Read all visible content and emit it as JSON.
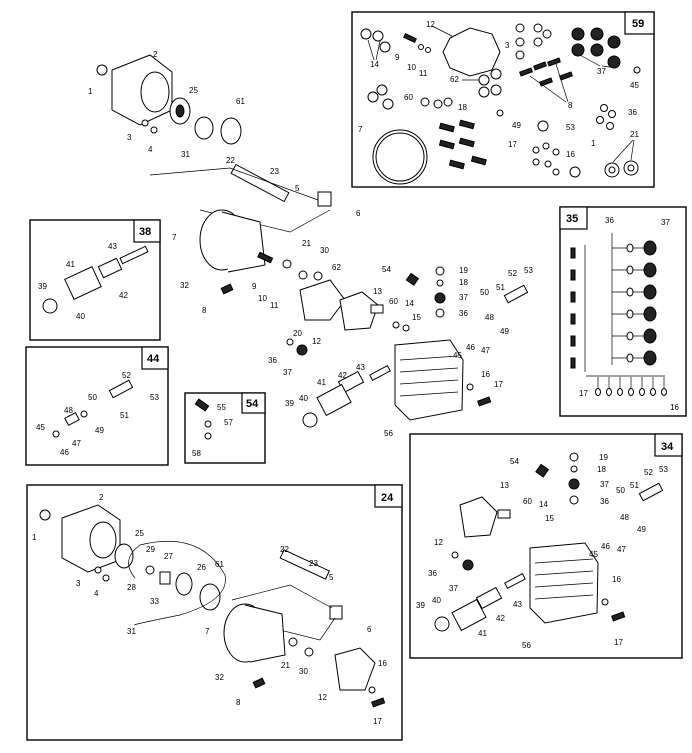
{
  "kit_boxes": {
    "k59": "59",
    "k35": "35",
    "k38": "38",
    "k44": "44",
    "k54": "54",
    "k24": "24",
    "k34": "34"
  },
  "labels": {
    "l1": "1",
    "l2": "2",
    "l3": "3",
    "l4": "4",
    "l5": "5",
    "l6": "6",
    "l7": "7",
    "l8": "8",
    "l9": "9",
    "l10": "10",
    "l11": "11",
    "l12": "12",
    "l13": "13",
    "l14": "14",
    "l15": "15",
    "l16": "16",
    "l17": "17",
    "l18": "18",
    "l19": "19",
    "l20": "20",
    "l21": "21",
    "l22": "22",
    "l23": "23",
    "l25": "25",
    "l26": "26",
    "l27": "27",
    "l28": "28",
    "l29": "29",
    "l30": "30",
    "l31": "31",
    "l32": "32",
    "l33": "33",
    "l36": "36",
    "l37": "37",
    "l39": "39",
    "l40": "40",
    "l41": "41",
    "l42": "42",
    "l43": "43",
    "l45": "45",
    "l46": "46",
    "l47": "47",
    "l48": "48",
    "l49": "49",
    "l50": "50",
    "l51": "51",
    "l52": "52",
    "l53": "53",
    "l54": "54",
    "l55": "55",
    "l56": "56",
    "l57": "57",
    "l58": "58",
    "l60": "60",
    "l61": "61",
    "l62": "62"
  }
}
